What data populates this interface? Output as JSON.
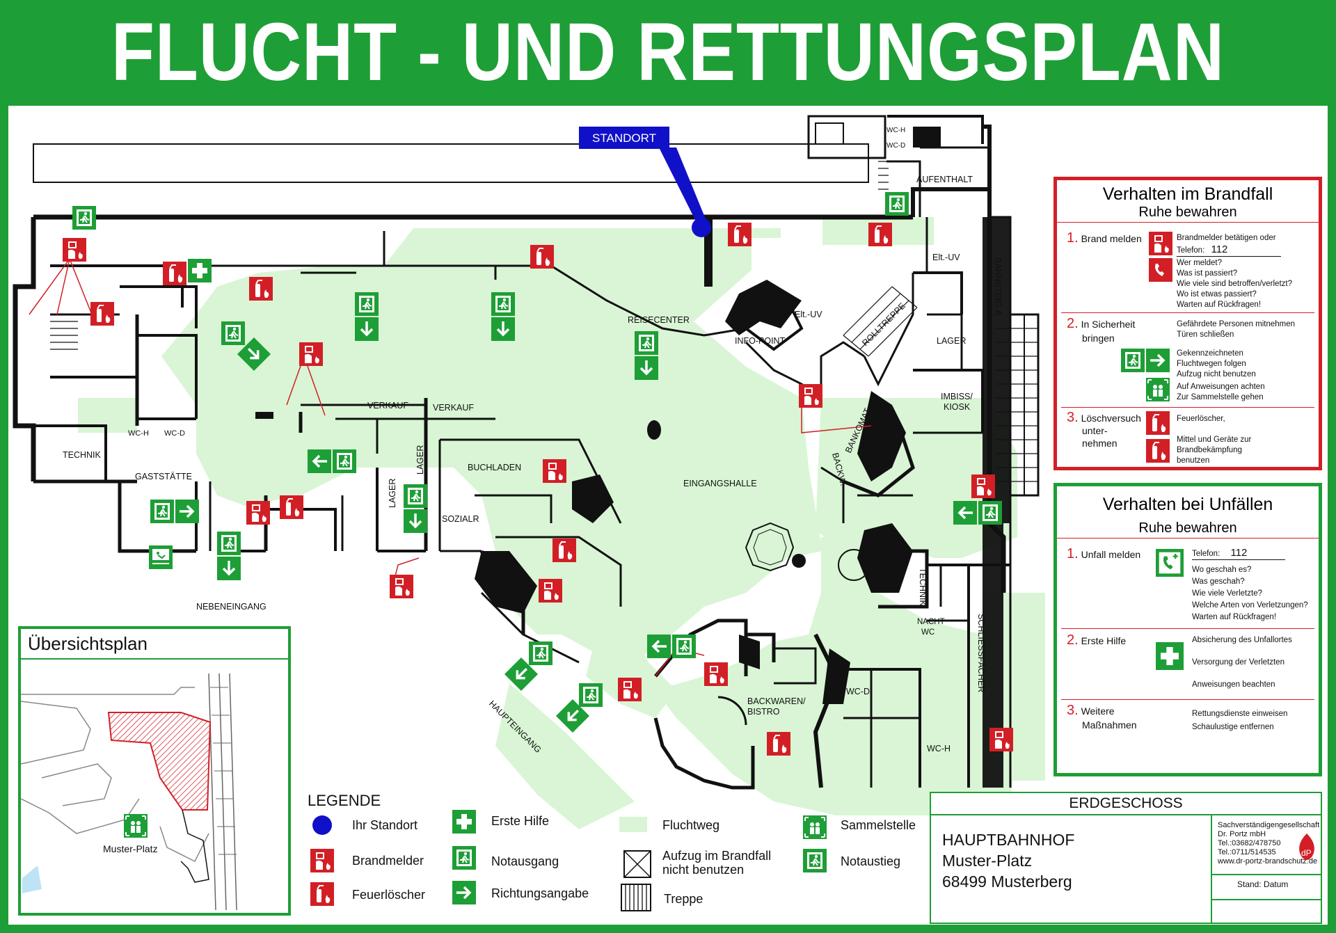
{
  "title": "FLUCHT - UND RETTUNGSPLAN",
  "colors": {
    "green": "#1e9e36",
    "red": "#d21f26",
    "escape_route": "#d9f5d5",
    "standort": "#1010c8"
  },
  "standort_label": "STANDORT",
  "rooms": {
    "aufenthalt": "AUFENTHALT",
    "wc_h_top": "WC-H",
    "wc_d_top": "WC-D",
    "elt_uv_1": "Elt.-UV",
    "elt_uv_2": "Elt.-UV",
    "bahnsteig": "BAHNSTEIG A",
    "reisecenter": "REISECENTER",
    "info_point": "INFO-POINT",
    "rolltreppe": "ROLLTREPPE",
    "lager_right": "LAGER",
    "imbiss": "IMBISS/",
    "kiosk": "KIOSK",
    "bankomat": "BANKOMAT",
    "backw": "BACKW.",
    "verkauf_1": "VERKAUF",
    "verkauf_2": "VERKAUF",
    "technik_left": "TECHNIK",
    "wc_h_left": "WC-H",
    "wc_d_left": "WC-D",
    "gaststaette": "GASTSTÄTTE",
    "lager_1": "LAGER",
    "lager_2": "LAGER",
    "buchladen": "BUCHLADEN",
    "sozialr": "SOZIALR",
    "eingangshalle": "EINGANGSHALLE",
    "nebeneingang": "NEBENEINGANG",
    "haupteingang": "HAUPTEINGANG",
    "technik_right": "TECHNIK",
    "nacht_wc_1": "NACHT",
    "nacht_wc_2": "WC",
    "schliessfaecher": "SCHLIESSFÄCHER",
    "wc_d_right": "WC-D",
    "wc_h_right": "WC-H",
    "backwaren_1": "BACKWAREN/",
    "backwaren_2": "BISTRO"
  },
  "brand": {
    "title": "Verhalten im Brandfall",
    "subtitle": "Ruhe bewahren",
    "s1_num": "1.",
    "s1_label": "Brand melden",
    "s1_a": "Brandmelder betätigen oder",
    "s1_phone_label": "Telefon:",
    "s1_phone": "112",
    "s1_q1": "Wer meldet?",
    "s1_q2": "Was ist passiert?",
    "s1_q3": "Wie viele sind betroffen/verletzt?",
    "s1_q4": "Wo ist etwas passiert?",
    "s1_q5": "Warten auf Rückfragen!",
    "s2_num": "2.",
    "s2_label1": "In Sicherheit",
    "s2_label2": "bringen",
    "s2_a1": "Gefährdete Personen mitnehmen",
    "s2_a2": "Türen schließen",
    "s2_b1": "Gekennzeichneten",
    "s2_b2": "Fluchtwegen folgen",
    "s2_b3": "Aufzug nicht benutzen",
    "s2_c1": "Auf Anweisungen achten",
    "s2_c2": "Zur Sammelstelle gehen",
    "s3_num": "3.",
    "s3_label1": "Löschversuch",
    "s3_label2": "unter-",
    "s3_label3": "nehmen",
    "s3_a": "Feuerlöscher,",
    "s3_b1": "Mittel und Geräte zur",
    "s3_b2": "Brandbekämpfung",
    "s3_b3": "benutzen"
  },
  "unfall": {
    "title": "Verhalten bei Unfällen",
    "subtitle": "Ruhe bewahren",
    "s1_num": "1.",
    "s1_label": "Unfall melden",
    "s1_phone_label": "Telefon:",
    "s1_phone": "112",
    "s1_q1": "Wo geschah es?",
    "s1_q2": "Was geschah?",
    "s1_q3": "Wie viele Verletzte?",
    "s1_q4": "Welche Arten von Verletzungen?",
    "s1_q5": "Warten auf Rückfragen!",
    "s2_num": "2.",
    "s2_label": "Erste Hilfe",
    "s2_a": "Absicherung des Unfallortes",
    "s2_b": "Versorgung der Verletzten",
    "s2_c": "Anweisungen beachten",
    "s3_num": "3.",
    "s3_label1": "Weitere",
    "s3_label2": "Maßnahmen",
    "s3_a": "Rettungsdienste einweisen",
    "s3_b": "Schaulustige entfernen"
  },
  "overview": {
    "title": "Übersichtsplan",
    "place": "Muster-Platz"
  },
  "legend": {
    "title": "LEGENDE",
    "ihr_standort": "Ihr Standort",
    "brandmelder": "Brandmelder",
    "feuerloescher": "Feuerlöscher",
    "erste_hilfe": "Erste Hilfe",
    "notausgang": "Notausgang",
    "richtungsangabe": "Richtungsangabe",
    "fluchtweg": "Fluchtweg",
    "aufzug_1": "Aufzug im Brandfall",
    "aufzug_2": "nicht benutzen",
    "treppe": "Treppe",
    "sammelstelle": "Sammelstelle",
    "notaustieg": "Notaustieg"
  },
  "info": {
    "floor": "ERDGESCHOSS",
    "line1": "HAUPTBAHNHOF",
    "line2": "Muster-Platz",
    "line3": "68499 Musterberg",
    "company1": "Sachverständigengesellschaft",
    "company2": "Dr. Portz  mbH",
    "tel1": "Tel.:03682/478750",
    "tel2": "Tel.:0711/514535",
    "web": "www.dr-portz-brandschutz.de",
    "stand": "Stand: Datum"
  }
}
